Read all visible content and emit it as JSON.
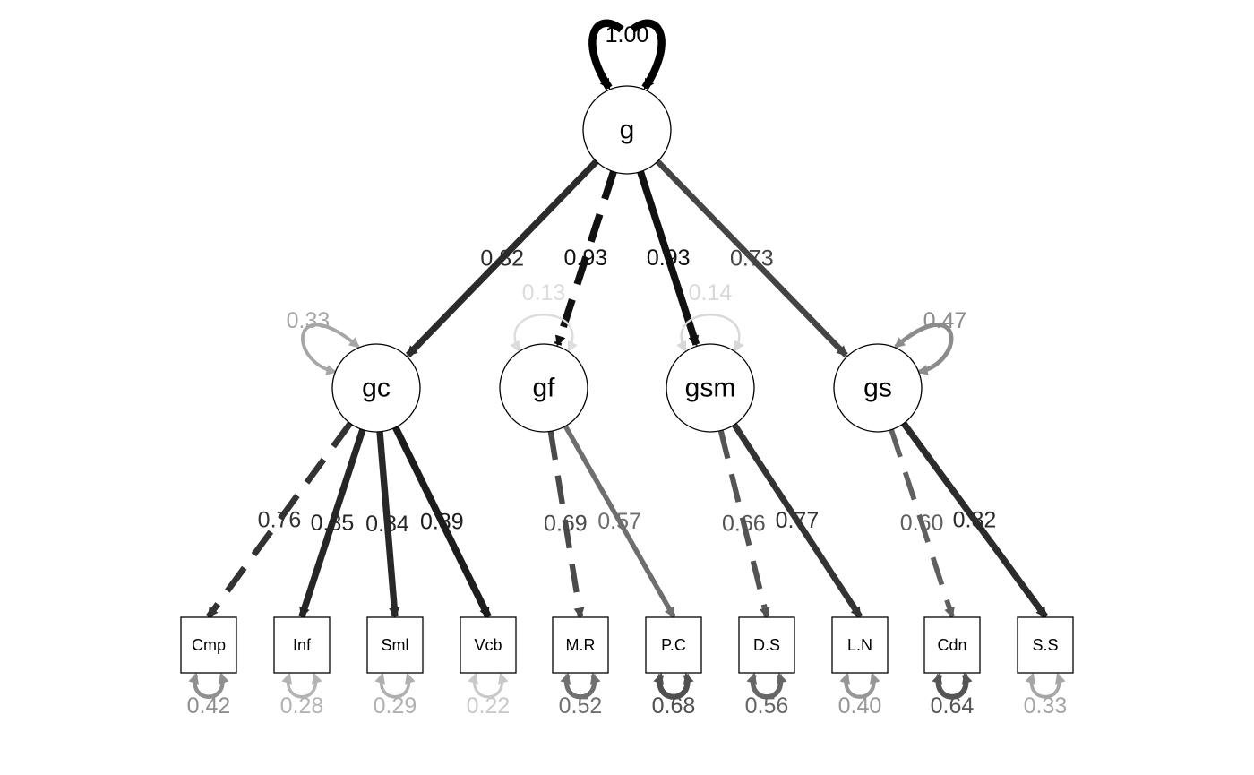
{
  "latent_nodes": [
    {
      "id": "g",
      "label": "g"
    },
    {
      "id": "gc",
      "label": "gc"
    },
    {
      "id": "gf",
      "label": "gf"
    },
    {
      "id": "gsm",
      "label": "gsm"
    },
    {
      "id": "gs",
      "label": "gs"
    }
  ],
  "indicator_nodes": [
    {
      "id": "Cmp",
      "label": "Cmp"
    },
    {
      "id": "Inf",
      "label": "Inf"
    },
    {
      "id": "Sml",
      "label": "Sml"
    },
    {
      "id": "Vcb",
      "label": "Vcb"
    },
    {
      "id": "M.R",
      "label": "M.R"
    },
    {
      "id": "P.C",
      "label": "P.C"
    },
    {
      "id": "D.S",
      "label": "D.S"
    },
    {
      "id": "L.N",
      "label": "L.N"
    },
    {
      "id": "Cdn",
      "label": "Cdn"
    },
    {
      "id": "S.S",
      "label": "S.S"
    }
  ],
  "paths": [
    {
      "from": "g",
      "to": "gc",
      "value": "0.82",
      "dashed": false,
      "color": "#2b2b2b"
    },
    {
      "from": "g",
      "to": "gf",
      "value": "0.93",
      "dashed": true,
      "color": "#111111"
    },
    {
      "from": "g",
      "to": "gsm",
      "value": "0.93",
      "dashed": false,
      "color": "#111111"
    },
    {
      "from": "g",
      "to": "gs",
      "value": "0.73",
      "dashed": false,
      "color": "#444444"
    },
    {
      "from": "gc",
      "to": "Cmp",
      "value": "0.76",
      "dashed": true,
      "color": "#333333"
    },
    {
      "from": "gc",
      "to": "Inf",
      "value": "0.85",
      "dashed": false,
      "color": "#262626"
    },
    {
      "from": "gc",
      "to": "Sml",
      "value": "0.84",
      "dashed": false,
      "color": "#282828"
    },
    {
      "from": "gc",
      "to": "Vcb",
      "value": "0.89",
      "dashed": false,
      "color": "#1c1c1c"
    },
    {
      "from": "gf",
      "to": "M.R",
      "value": "0.69",
      "dashed": true,
      "color": "#4a4a4a"
    },
    {
      "from": "gf",
      "to": "P.C",
      "value": "0.57",
      "dashed": false,
      "color": "#6e6e6e"
    },
    {
      "from": "gsm",
      "to": "D.S",
      "value": "0.66",
      "dashed": true,
      "color": "#545454"
    },
    {
      "from": "gsm",
      "to": "L.N",
      "value": "0.77",
      "dashed": false,
      "color": "#333333"
    },
    {
      "from": "gs",
      "to": "Cdn",
      "value": "0.60",
      "dashed": true,
      "color": "#606060"
    },
    {
      "from": "gs",
      "to": "S.S",
      "value": "0.82",
      "dashed": false,
      "color": "#2b2b2b"
    }
  ],
  "latent_variances": [
    {
      "node": "g",
      "value": "1.00",
      "color": "#000000"
    },
    {
      "node": "gc",
      "value": "0.33",
      "color": "#a6a6a6"
    },
    {
      "node": "gf",
      "value": "0.13",
      "color": "#dcdcdc"
    },
    {
      "node": "gsm",
      "value": "0.14",
      "color": "#d8d8d8"
    },
    {
      "node": "gs",
      "value": "0.47",
      "color": "#8c8c8c"
    }
  ],
  "residual_variances": [
    {
      "node": "Cmp",
      "value": "0.42",
      "color": "#8f8f8f"
    },
    {
      "node": "Inf",
      "value": "0.28",
      "color": "#b3b3b3"
    },
    {
      "node": "Sml",
      "value": "0.29",
      "color": "#b0b0b0"
    },
    {
      "node": "Vcb",
      "value": "0.22",
      "color": "#c9c9c9"
    },
    {
      "node": "M.R",
      "value": "0.52",
      "color": "#707070"
    },
    {
      "node": "P.C",
      "value": "0.68",
      "color": "#4f4f4f"
    },
    {
      "node": "D.S",
      "value": "0.56",
      "color": "#666666"
    },
    {
      "node": "L.N",
      "value": "0.40",
      "color": "#969696"
    },
    {
      "node": "Cdn",
      "value": "0.64",
      "color": "#555555"
    },
    {
      "node": "S.S",
      "value": "0.33",
      "color": "#a6a6a6"
    }
  ]
}
